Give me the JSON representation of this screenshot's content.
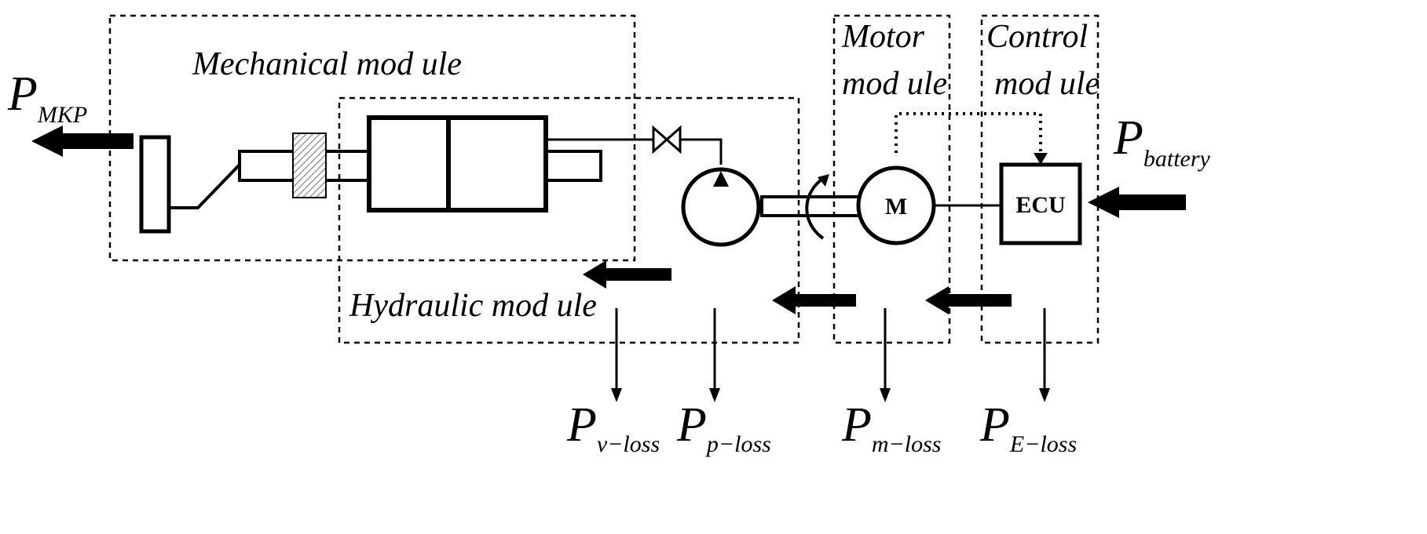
{
  "modules": {
    "mechanical": "Mechanical  mod ule",
    "hydraulic": "Hydraulic  mod ule",
    "motor_line1": "Motor",
    "motor_line2": "mod ule",
    "control_line1": "Control",
    "control_line2": "mod ule"
  },
  "components": {
    "ecu": "ECU",
    "motor": "M"
  },
  "power": {
    "output": {
      "main": "P",
      "sub": "MKP"
    },
    "input": {
      "main": "P",
      "sub": "battery"
    },
    "losses": [
      {
        "main": "P",
        "sub": "v−loss"
      },
      {
        "main": "P",
        "sub": "p−loss"
      },
      {
        "main": "P",
        "sub": "m−loss"
      },
      {
        "main": "P",
        "sub": "E−loss"
      }
    ]
  }
}
